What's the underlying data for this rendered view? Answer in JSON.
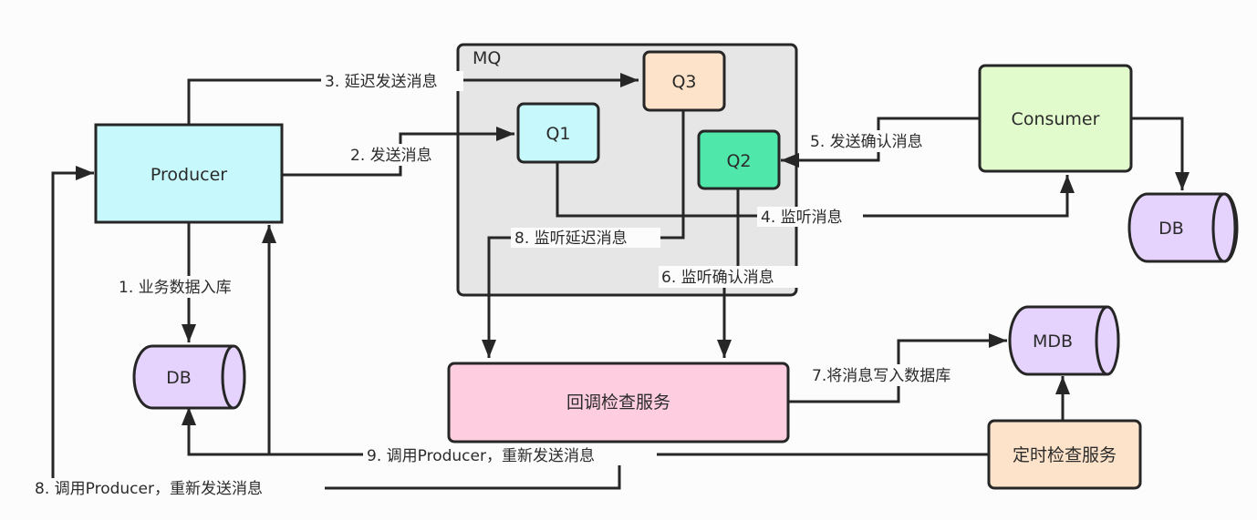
{
  "colors": {
    "producer": "#c6f8fc",
    "consumer": "#e2fbcc",
    "q1": "#c6f8fc",
    "q2": "#50e8aa",
    "q3": "#fde3c9",
    "mq": "#e6e6e6",
    "db": "#e5d2fd",
    "callback": "#fecde0",
    "timer": "#fde3c9",
    "stroke": "#262626"
  },
  "nodes": {
    "mq": "MQ",
    "producer": "Producer",
    "consumer": "Consumer",
    "q1": "Q1",
    "q2": "Q2",
    "q3": "Q3",
    "db_producer": "DB",
    "db_consumer": "DB",
    "mdb": "MDB",
    "callback_service": "回调检查服务",
    "timer_service": "定时检查服务"
  },
  "edges": {
    "step1": "1. 业务数据入库",
    "step2": "2. 发送消息",
    "step3": "3. 延迟发送消息",
    "step4": "4. 监听消息",
    "step5": "5. 发送确认消息",
    "step6": "6. 监听确认消息",
    "step7": "7.将消息写入数据库",
    "step8_listen": "8. 监听延迟消息",
    "step8_call": "8. 调用Producer，重新发送消息",
    "step9": "9. 调用Producer，重新发送消息"
  }
}
